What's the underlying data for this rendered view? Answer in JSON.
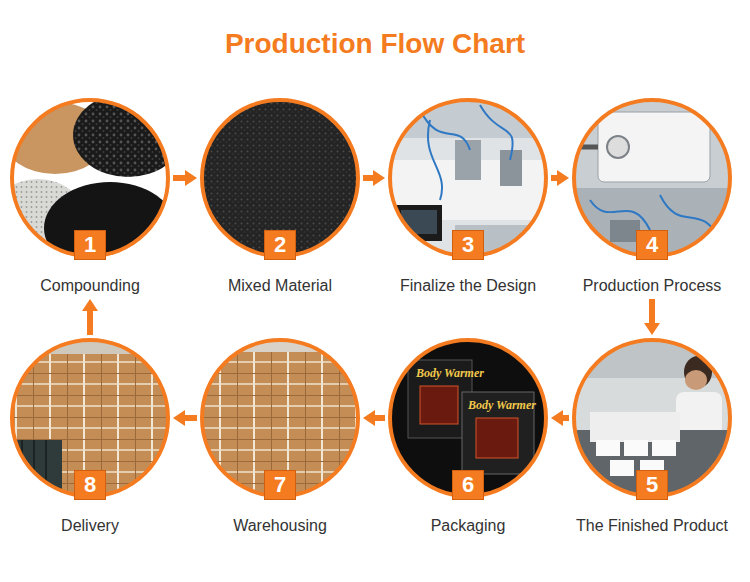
{
  "diagram": {
    "title": "Production Flow Chart",
    "nodes": [
      {
        "text": [
          "1",
          "Compounding"
        ]
      },
      {
        "text": [
          "2",
          "Mixed Material"
        ]
      },
      {
        "text": [
          "3",
          "Finalize the Design"
        ]
      },
      {
        "text": [
          "4",
          "Production Process"
        ]
      },
      {
        "text": [
          "5",
          "The Finished Product"
        ]
      },
      {
        "text": [
          "6",
          "Packaging"
        ]
      },
      {
        "text": [
          "7",
          "Warehousing"
        ]
      },
      {
        "text": [
          "8",
          "Delivery"
        ]
      }
    ],
    "edges": [
      {
        "from": 0,
        "to": 1,
        "arrow": "to"
      },
      {
        "from": 1,
        "to": 2,
        "arrow": "to"
      },
      {
        "from": 2,
        "to": 3,
        "arrow": "to"
      },
      {
        "from": 3,
        "to": 4,
        "arrow": "to"
      },
      {
        "from": 4,
        "to": 5,
        "arrow": "to"
      },
      {
        "from": 5,
        "to": 6,
        "arrow": "to"
      },
      {
        "from": 6,
        "to": 7,
        "arrow": "to"
      },
      {
        "from": 7,
        "to": 0,
        "arrow": "to"
      }
    ],
    "labels": [
      "Body Warmer",
      "Body Warmer"
    ]
  }
}
